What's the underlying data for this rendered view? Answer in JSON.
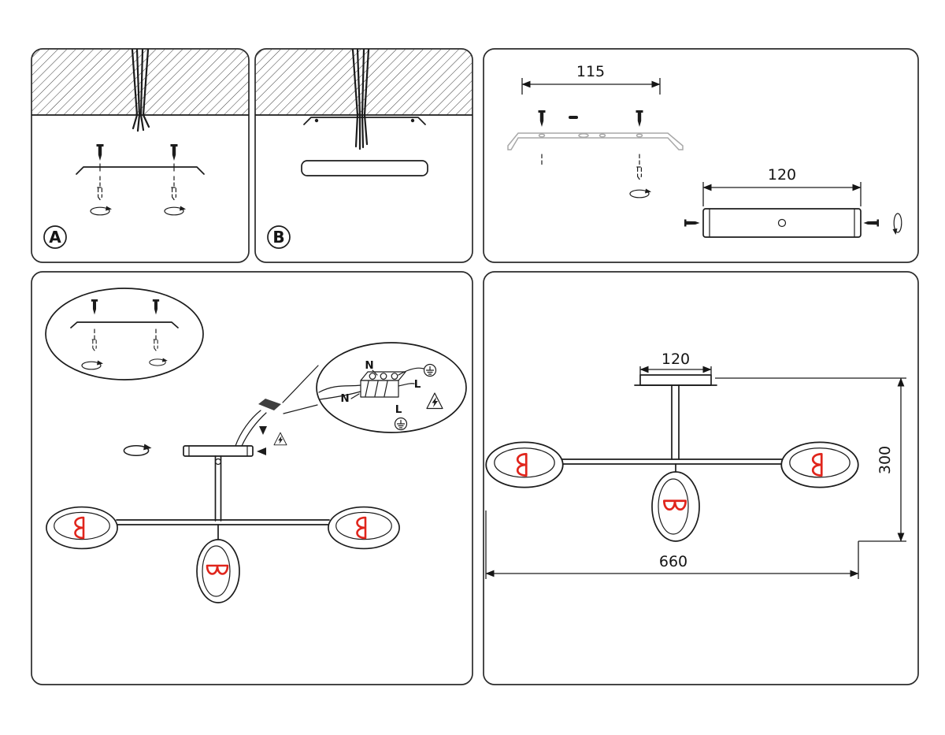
{
  "labels": {
    "step_a": "A",
    "step_b": "B"
  },
  "dimensions": {
    "bracket_span": "115",
    "rod_length": "120",
    "canopy_width": "120",
    "fixture_height": "300",
    "fixture_width": "660"
  },
  "wiring": {
    "neutral_top": "N",
    "line_top": "L",
    "neutral_left": "N",
    "line_bottom": "L"
  },
  "glyphs": {
    "screw-icon": "filled-screw-shape",
    "wall-plug-icon": "dashed-anchor-shape",
    "twist-arrow-icon": "ellipse-with-arrowhead",
    "earth-ground-icon": "circle-earth-symbol",
    "electric-warning-icon": "triangle-lightning",
    "filament-bulb-icon": "red-double-loop"
  },
  "colors": {
    "line": "#1c1c1c",
    "panel_border": "#2b2b2b",
    "filament_red": "#e0251c",
    "bracket_gray": "#a8a8a8",
    "background": "#ffffff"
  }
}
